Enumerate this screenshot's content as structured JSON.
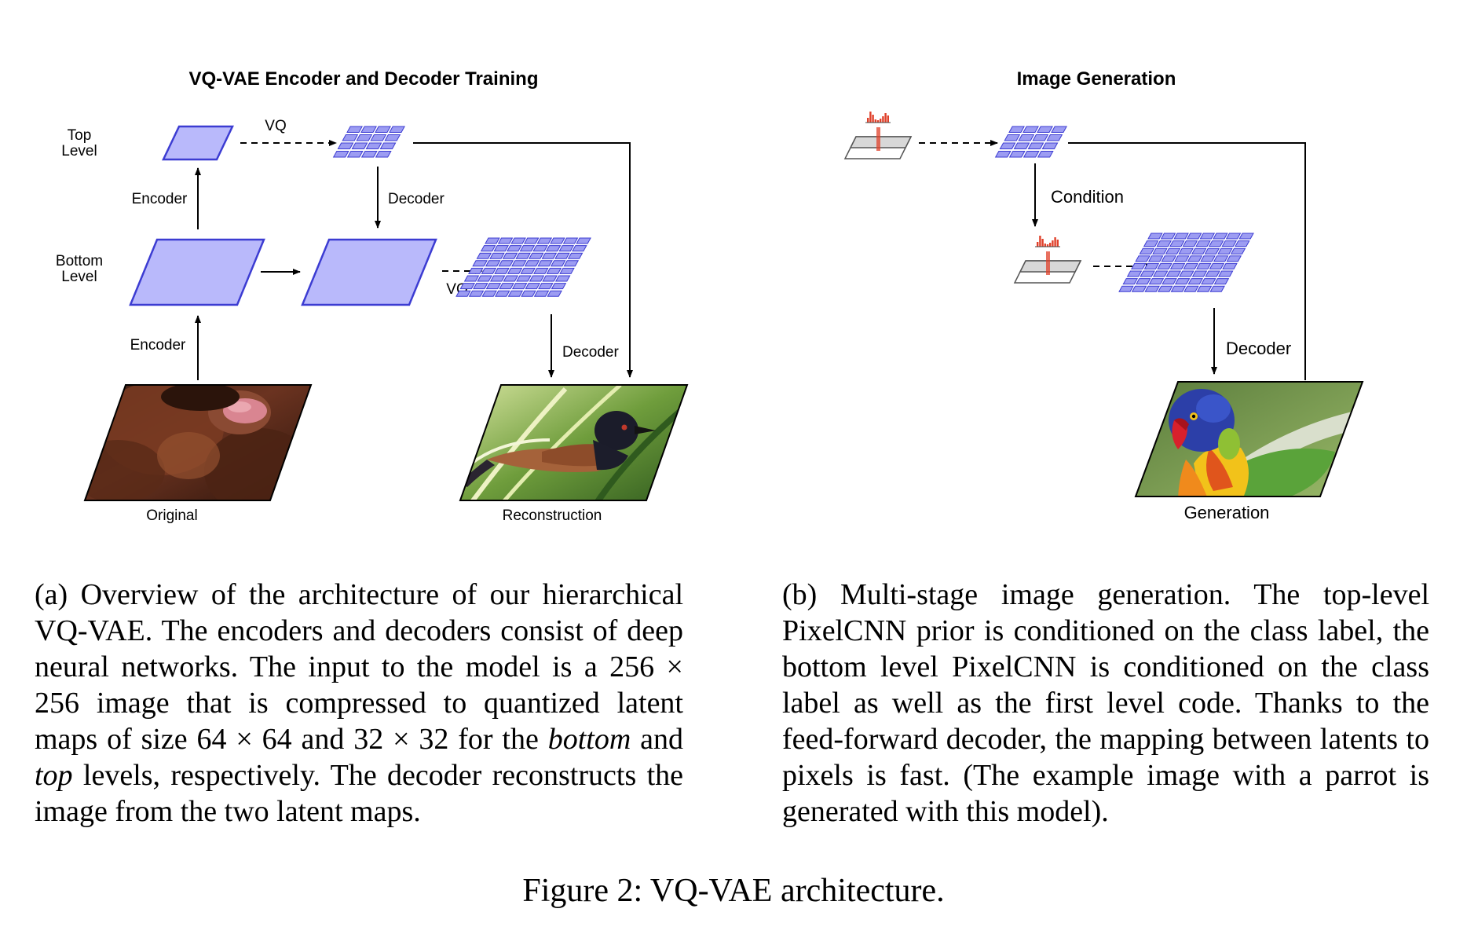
{
  "panel_a": {
    "title": "VQ-VAE Encoder and Decoder Training",
    "level_top": [
      "Top",
      "Level"
    ],
    "level_bottom": [
      "Bottom",
      "Level"
    ],
    "vq_top": "VQ",
    "vq_bottom": "VQ",
    "encoder_top": "Encoder",
    "encoder_bottom": "Encoder",
    "decoder_top": "Decoder",
    "decoder_bottom": "Decoder",
    "original": "Original",
    "reconstruction": "Reconstruction"
  },
  "panel_b": {
    "title": "Image Generation",
    "condition": "Condition",
    "decoder": "Decoder",
    "generation": "Generation"
  },
  "caption_a": {
    "p1": "(a) Overview of the architecture of our hierarchical VQ-VAE. The encoders and decoders consist of deep neural networks. The input to the model is a 256 × 256 image that is compressed to quantized latent maps of size 64 × 64 and 32 × 32 for the ",
    "em1": "bottom",
    "p2": " and ",
    "em2": "top",
    "p3": " levels, respectively. The decoder reconstructs the image from the two latent maps."
  },
  "caption_b": "(b) Multi-stage image generation. The top-level PixelCNN prior is conditioned on the class label, the bottom level PixelCNN is conditioned on the class label as well as the first level code. Thanks to the feed-forward decoder, the mapping between latents to pixels is fast. (The example image with a parrot is generated with this model).",
  "figure_caption": "Figure 2: VQ-VAE architecture.",
  "colors": {
    "latent_fill": "#b9b9fb",
    "latent_stroke": "#3c3cd2",
    "cell_fill": "#9c9cf2",
    "prior_bar": "#e0402a"
  }
}
